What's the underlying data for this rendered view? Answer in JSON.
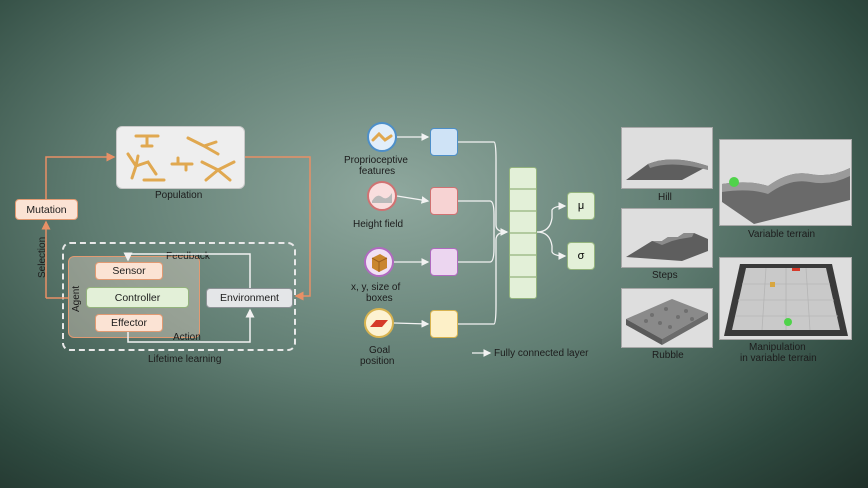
{
  "left": {
    "population_label": "Population",
    "mutation_label": "Mutation",
    "selection_label": "Selection",
    "agent_label": "Agent",
    "sensor_label": "Sensor",
    "controller_label": "Controller",
    "effector_label": "Effector",
    "environment_label": "Environment",
    "feedback_label": "Feedback",
    "action_label": "Action",
    "lifetime_label": "Lifetime learning"
  },
  "middle": {
    "inputs": [
      {
        "line1": "Proprioceptive",
        "line2": "features",
        "color": "#cfe3f6",
        "border": "#4d8fc9"
      },
      {
        "line1": "Height field",
        "line2": "",
        "color": "#f7d3d3",
        "border": "#d07272"
      },
      {
        "line1": "x, y, size of",
        "line2": "boxes",
        "color": "#ecd6f0",
        "border": "#b06ac0"
      },
      {
        "line1": "Goal",
        "line2": "position",
        "color": "#fdf0c8",
        "border": "#d8b350"
      }
    ],
    "mu_label": "μ",
    "sigma_label": "σ",
    "legend_label": "Fully connected layer"
  },
  "right": {
    "hill_label": "Hill",
    "steps_label": "Steps",
    "rubble_label": "Rubble",
    "variable_label": "Variable terrain",
    "manip_line1": "Manipulation",
    "manip_line2": "in variable terrain"
  },
  "colors": {
    "orange_line": "#e89066",
    "grey_line": "#f2f2f2",
    "green_border": "#94b47d"
  }
}
